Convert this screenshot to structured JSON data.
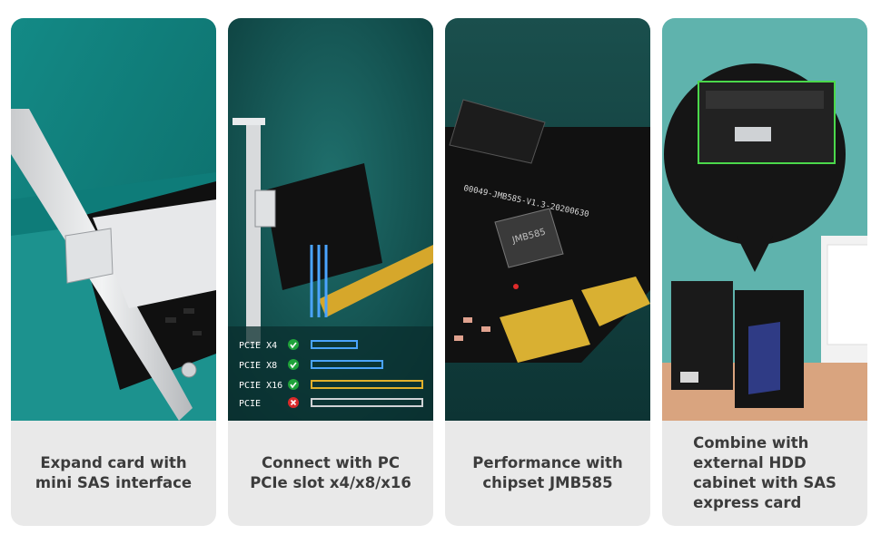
{
  "panels": [
    {
      "caption_lines": [
        "Expand card with",
        "mini SAS interface"
      ]
    },
    {
      "caption_lines": [
        "Connect with PC",
        "PCIe slot x4/x8/x16"
      ],
      "slots": [
        {
          "label": "PCIE X4",
          "status": "check"
        },
        {
          "label": "PCIE X8",
          "status": "check"
        },
        {
          "label": "PCIE X16",
          "status": "check"
        },
        {
          "label": "PCIE",
          "status": "cross"
        }
      ]
    },
    {
      "caption_lines": [
        "Performance with",
        "chipset JMB585"
      ],
      "chip_text": "JMB585",
      "board_text": "00049-JMB585-V1.3-20200630"
    },
    {
      "caption_lines": [
        "Combine with",
        "external HDD",
        "cabinet with SAS",
        "express card"
      ]
    }
  ],
  "colors": {
    "caption_text": "#3c3c3c",
    "caption_bg": "#e9e9e9",
    "teal": "#1c8c88",
    "pcb": "#121212",
    "gold": "#d9b032"
  }
}
